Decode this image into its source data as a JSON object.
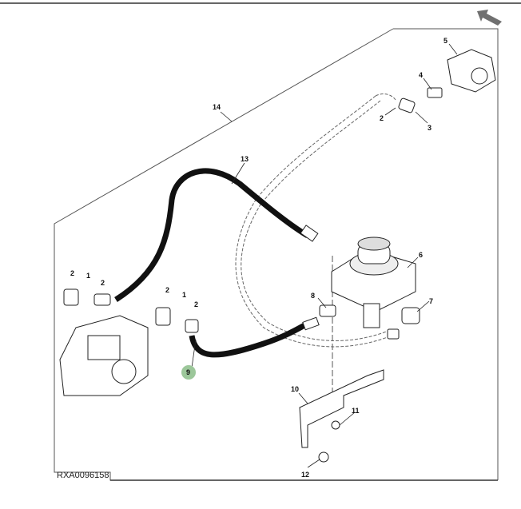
{
  "figure_id": "RXA0096158",
  "nav": {
    "back_icon": "arrow-up-left-icon",
    "color": "#707070"
  },
  "highlight_color": "#9cc79a",
  "callouts": [
    {
      "num": "14"
    },
    {
      "num": "13"
    },
    {
      "num": "5"
    },
    {
      "num": "4"
    },
    {
      "num": "2"
    },
    {
      "num": "3"
    },
    {
      "num": "6"
    },
    {
      "num": "7"
    },
    {
      "num": "8"
    },
    {
      "num": "2"
    },
    {
      "num": "1"
    },
    {
      "num": "2"
    },
    {
      "num": "2"
    },
    {
      "num": "1"
    },
    {
      "num": "2"
    },
    {
      "num": "9"
    },
    {
      "num": "10"
    },
    {
      "num": "11"
    },
    {
      "num": "12"
    }
  ]
}
